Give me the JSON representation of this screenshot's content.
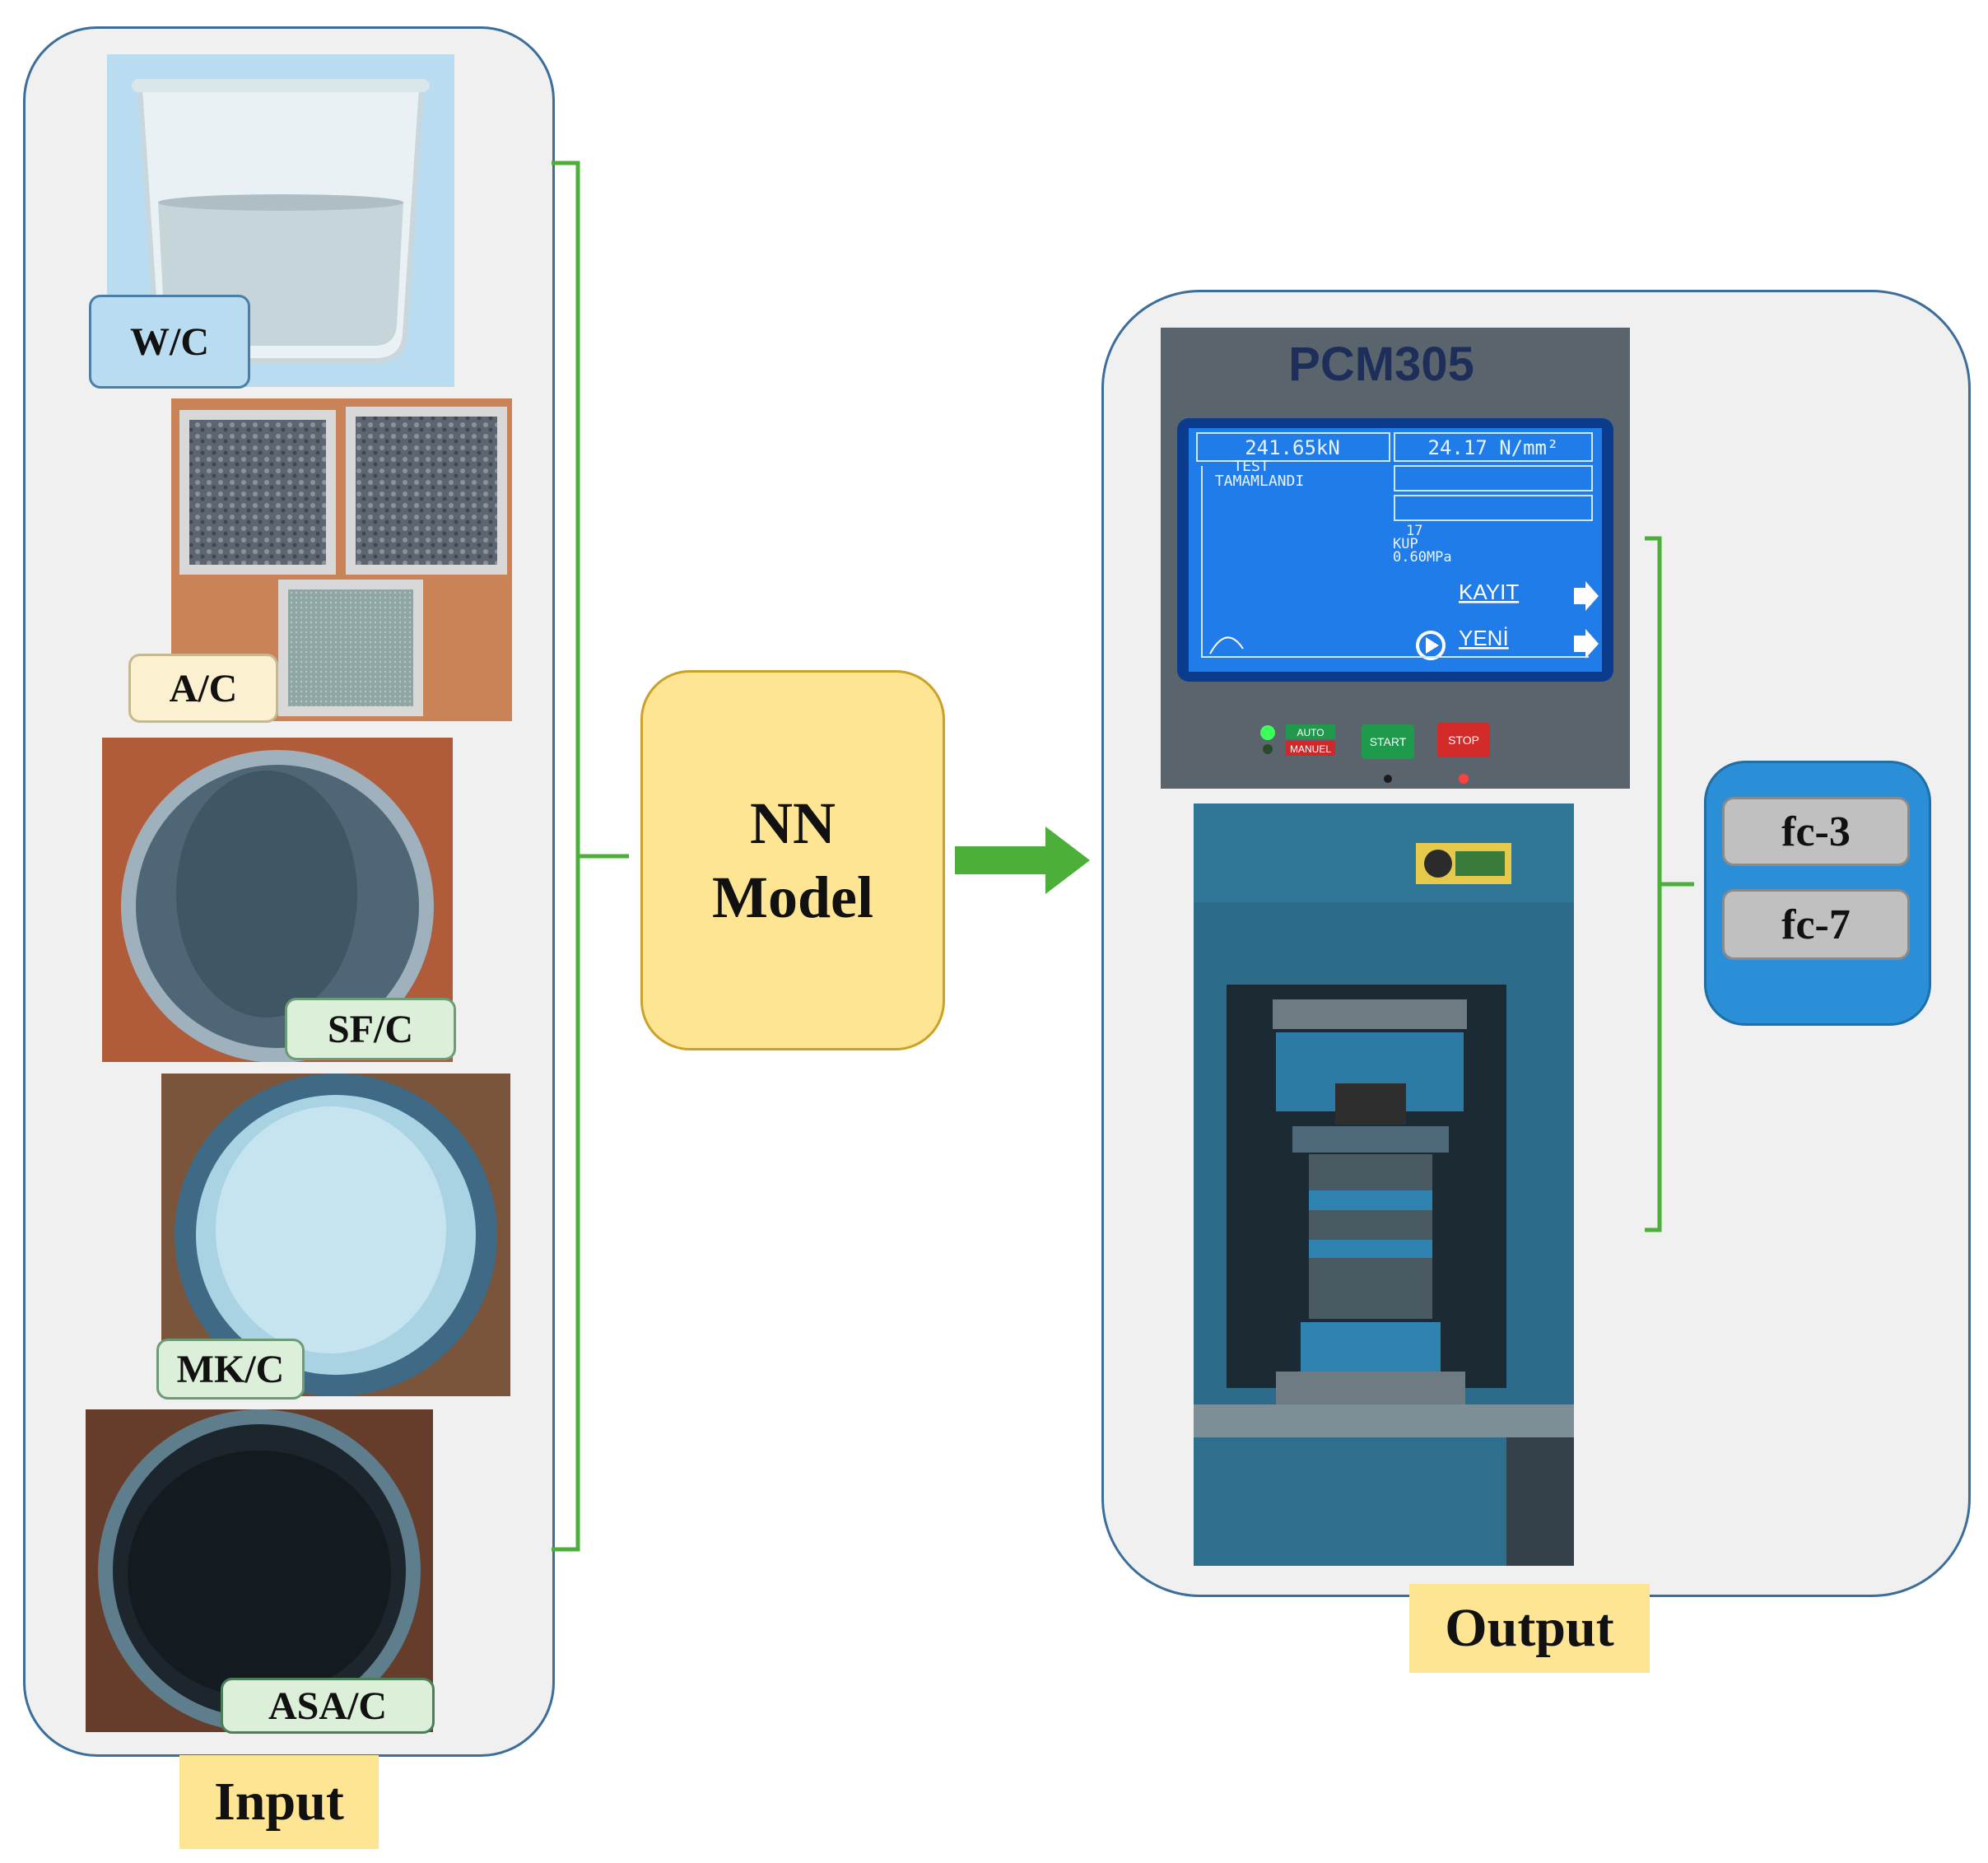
{
  "input": {
    "caption": "Input",
    "items": [
      {
        "label": "W/C"
      },
      {
        "label": "A/C"
      },
      {
        "label": "SF/C"
      },
      {
        "label": "MK/C"
      },
      {
        "label": "ASA/C"
      }
    ]
  },
  "model": {
    "line1": "NN",
    "line2": "Model"
  },
  "output": {
    "caption": "Output",
    "machine": {
      "brand": "PCM305",
      "force": "241.65kN",
      "stress": "24.17 N/mm²",
      "status1": "TEST",
      "status2": "TAMAMLANDI",
      "count": "17",
      "kup": "KUP",
      "rate": "0.60MPa",
      "kayit": "KAYIT",
      "yeni": "YENİ",
      "auto": "AUTO",
      "manuel": "MANUEL",
      "start": "START",
      "stop": "STOP"
    },
    "results": [
      {
        "label": "fc-3"
      },
      {
        "label": "fc-7"
      }
    ]
  },
  "colors": {
    "bracket": "#4caf3a",
    "arrow": "#4caf3a",
    "panel_border": "#3b6e9a",
    "caption_bg": "#fde593"
  }
}
